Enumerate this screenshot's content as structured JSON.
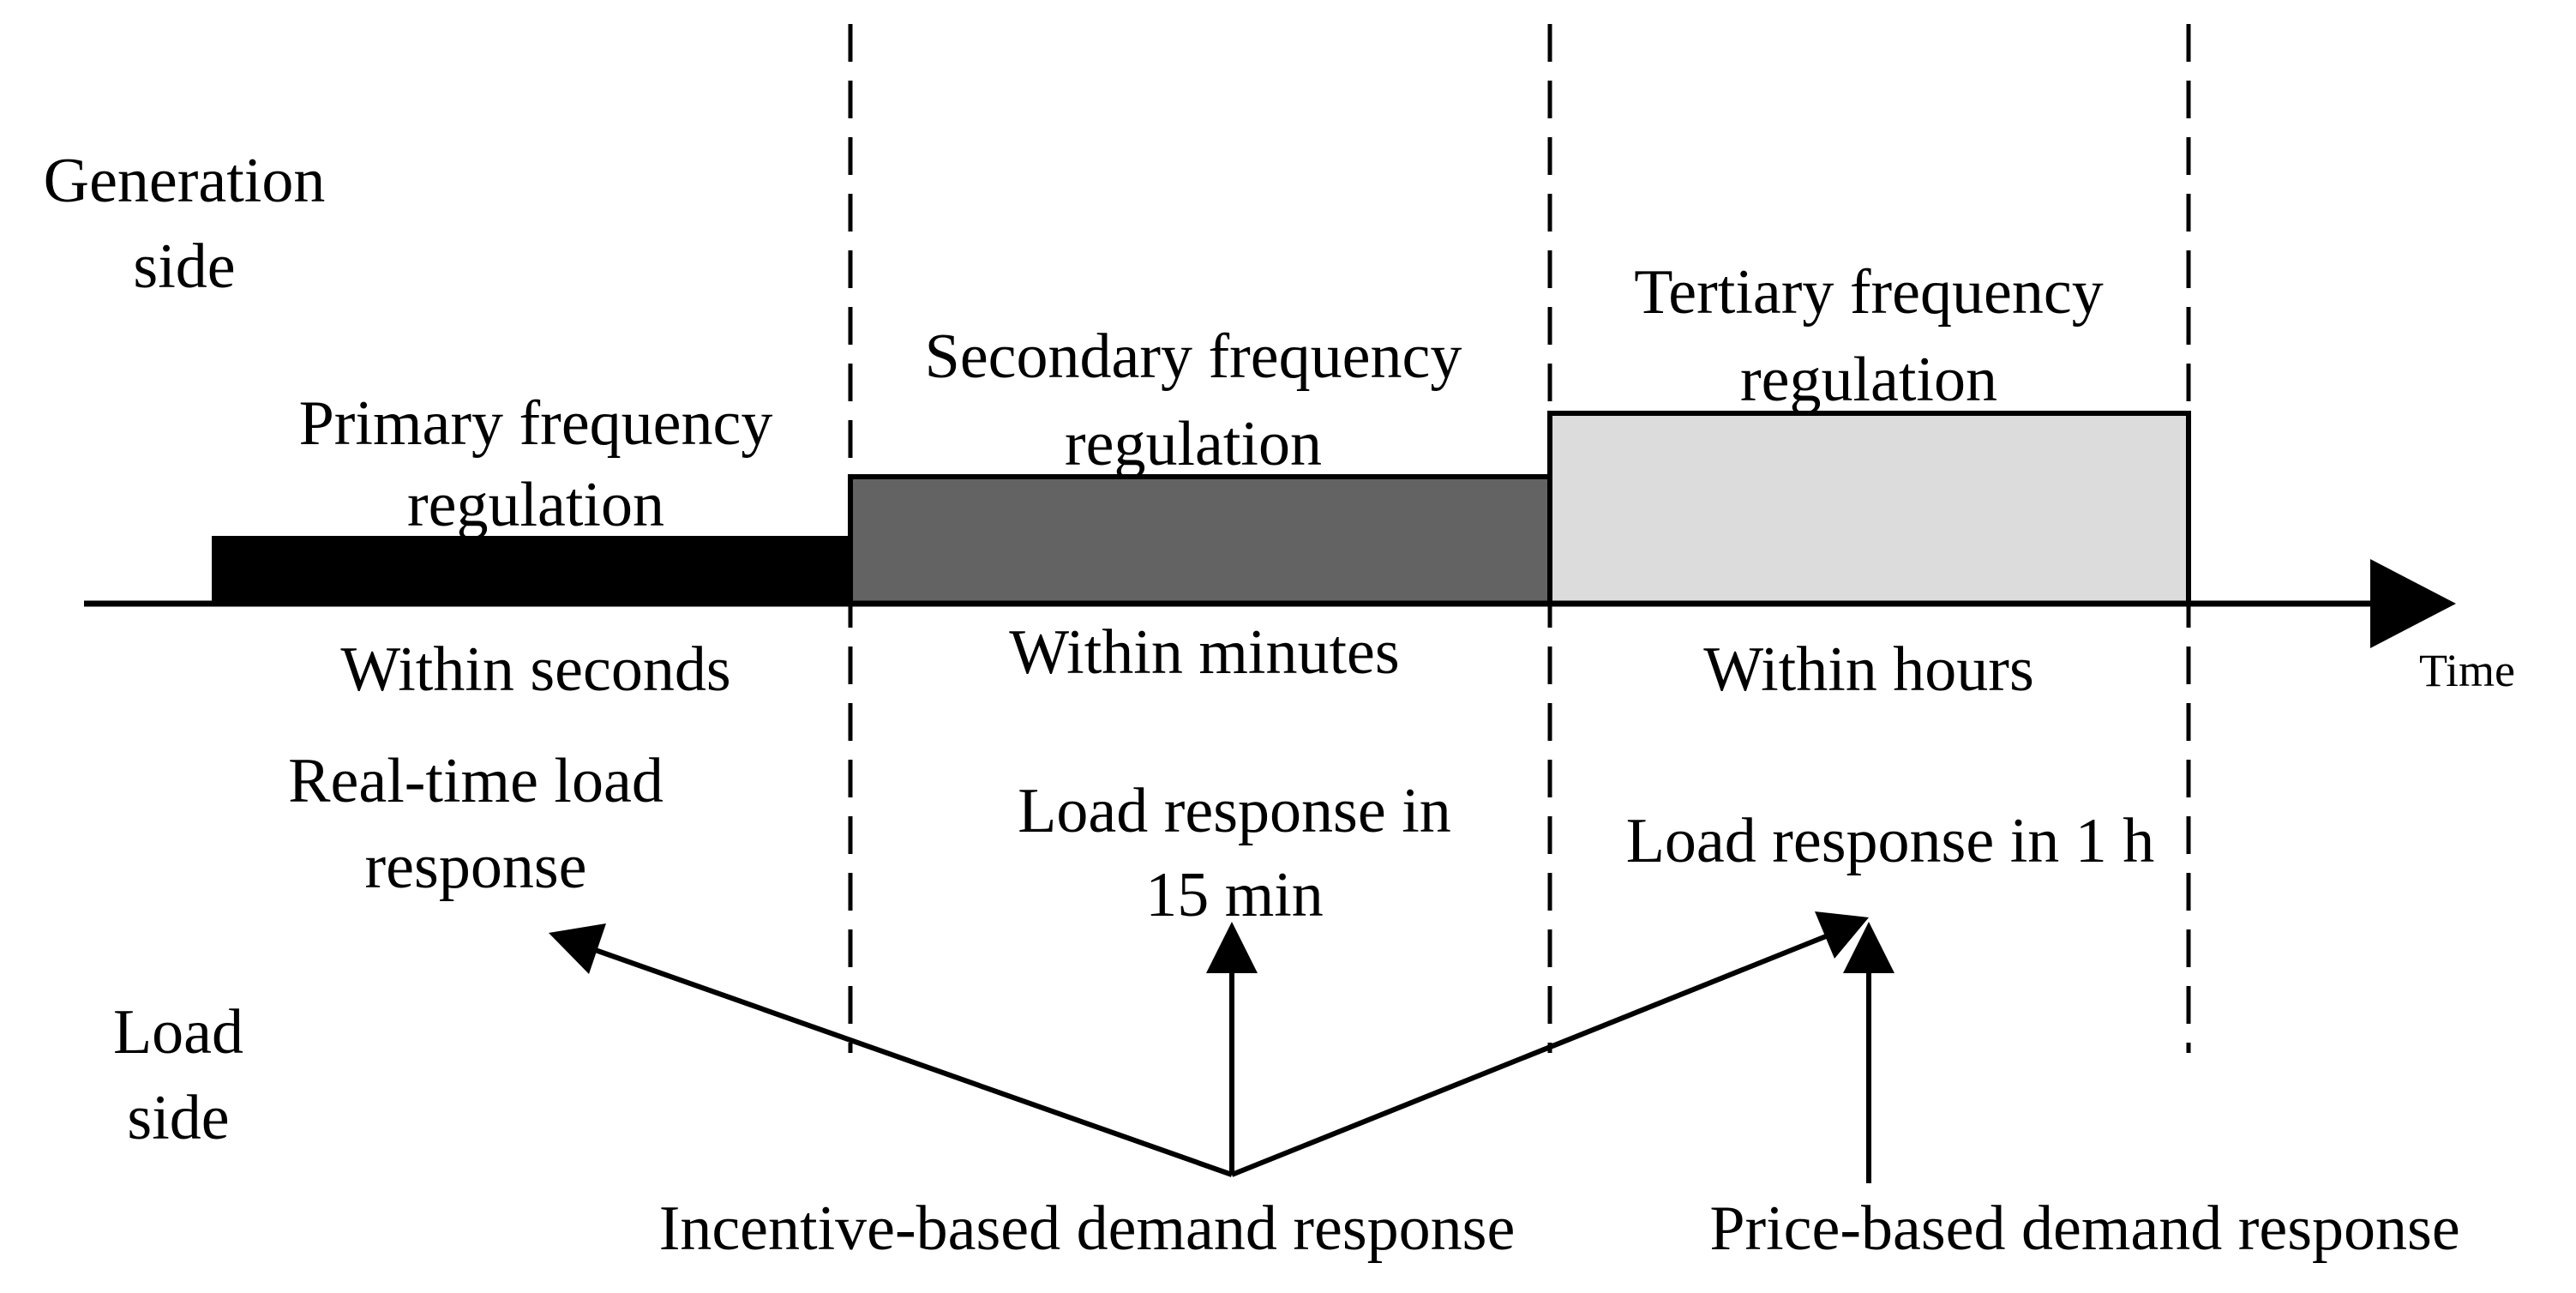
{
  "sides": {
    "generation": [
      "Generation",
      "side"
    ],
    "load": [
      "Load",
      "side"
    ]
  },
  "regulation": [
    {
      "label": [
        "Primary frequency",
        "regulation"
      ],
      "duration": "Within seconds",
      "fill": "#000000"
    },
    {
      "label": [
        "Secondary frequency",
        "regulation"
      ],
      "duration": "Within minutes",
      "fill": "#636363"
    },
    {
      "label": [
        "Tertiary frequency",
        "regulation"
      ],
      "duration": "Within hours",
      "fill": "#dcdcdc"
    }
  ],
  "axis": {
    "label": "Time"
  },
  "load_responses": [
    [
      "Real-time load",
      "response"
    ],
    [
      "Load response in",
      "15 min"
    ],
    [
      "Load response in 1 h"
    ]
  ],
  "demand_response": {
    "incentive": "Incentive-based demand response",
    "price": "Price-based demand response"
  }
}
